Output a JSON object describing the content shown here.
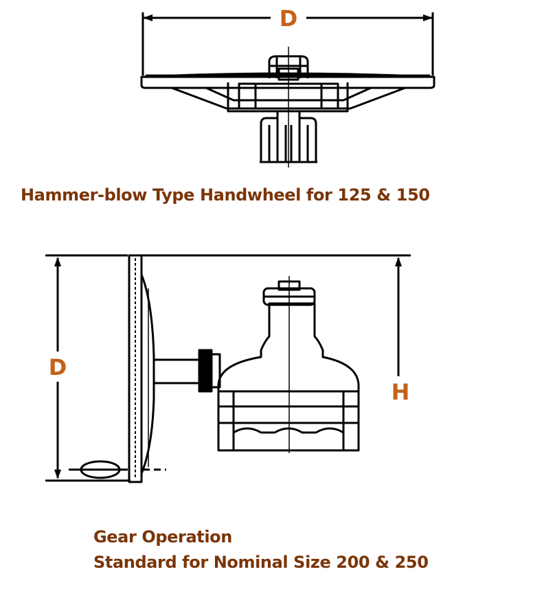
{
  "colors": {
    "line": "#000000",
    "dimension_letter": "#c4621a",
    "caption_text": "#7a3508"
  },
  "top_figure": {
    "dimension_label": "D",
    "caption": "Hammer-blow Type Handwheel for 125 & 150"
  },
  "bottom_figure": {
    "dimension_label_left": "D",
    "dimension_label_right": "H",
    "caption_line1": "Gear Operation",
    "caption_line2": "Standard for Nominal Size 200 & 250"
  }
}
